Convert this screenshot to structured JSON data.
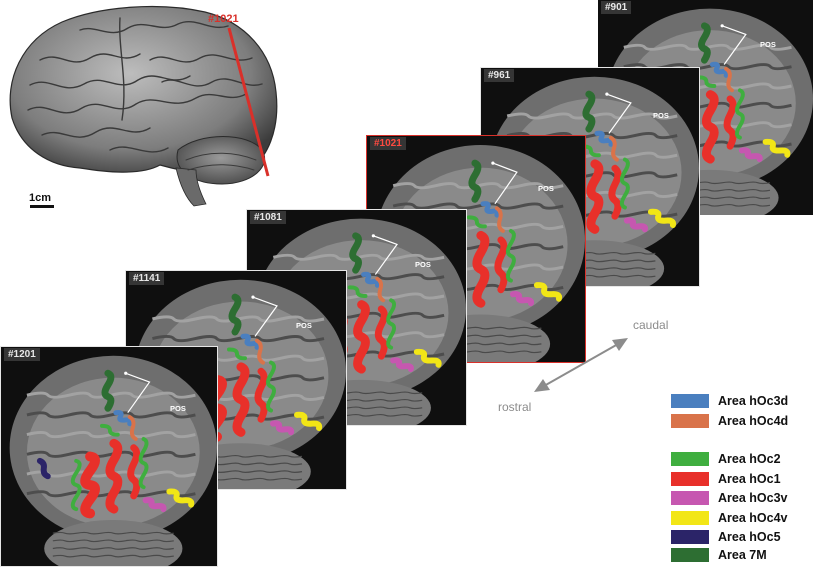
{
  "brain_photo": {
    "cut_label": "#1021",
    "scale_bar_label": "1cm",
    "cut_line_color": "#d9302a"
  },
  "slices": [
    {
      "label": "#901",
      "pos_label": "POS",
      "highlighted": false
    },
    {
      "label": "#961",
      "pos_label": "POS",
      "highlighted": false
    },
    {
      "label": "#1021",
      "pos_label": "POS",
      "highlighted": true
    },
    {
      "label": "#1081",
      "pos_label": "POS",
      "highlighted": false
    },
    {
      "label": "#1141",
      "pos_label": "POS",
      "highlighted": false
    },
    {
      "label": "#1201",
      "pos_label": "POS",
      "highlighted": false
    }
  ],
  "highlight_color": "#d9302a",
  "directions": {
    "caudal": "caudal",
    "rostral": "rostral"
  },
  "legend": [
    {
      "label": "Area hOc3d",
      "color": "#4a7fbf"
    },
    {
      "label": "Area hOc4d",
      "color": "#d9734a"
    },
    {
      "label": "Area hOc2",
      "color": "#3fae3f"
    },
    {
      "label": "Area hOc1",
      "color": "#e8302a"
    },
    {
      "label": "Area hOc3v",
      "color": "#c657b0"
    },
    {
      "label": "Area hOc4v",
      "color": "#f2e616"
    },
    {
      "label": "Area hOc5",
      "color": "#2b2468"
    },
    {
      "label": "Area 7M",
      "color": "#2d6e32"
    }
  ]
}
